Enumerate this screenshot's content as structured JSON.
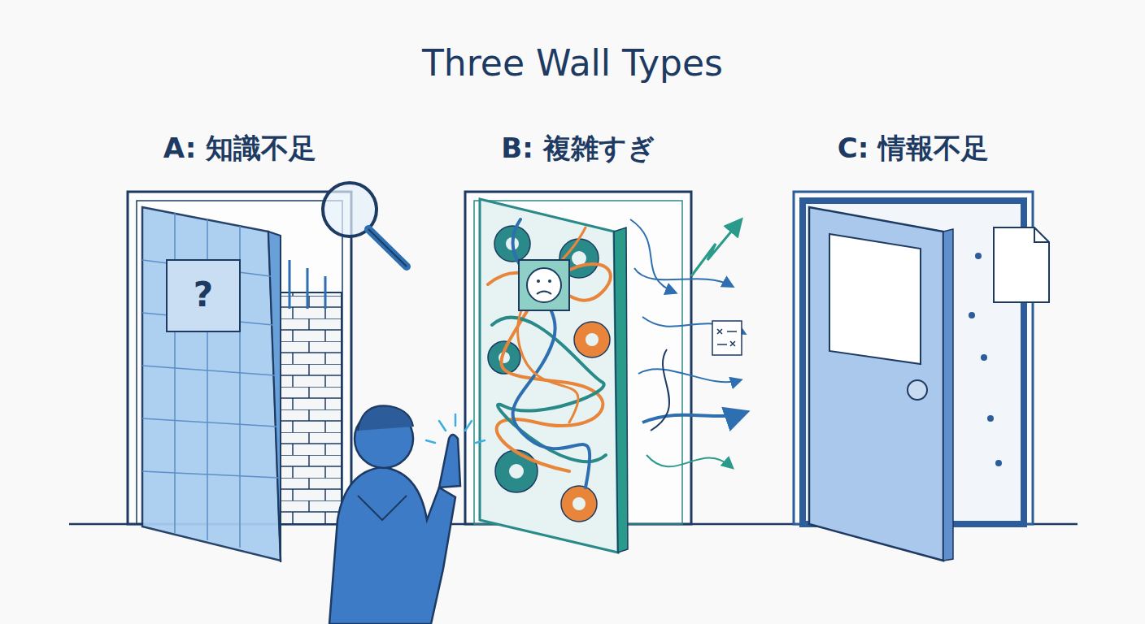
{
  "diagram": {
    "title": "Three Wall Types",
    "nodes": [
      {
        "text": [
          "A: 知識不足"
        ]
      },
      {
        "text": [
          "B: 複雑すぎ"
        ]
      },
      {
        "text": [
          "C: 情報不足"
        ]
      }
    ],
    "labels": [
      "?"
    ]
  }
}
